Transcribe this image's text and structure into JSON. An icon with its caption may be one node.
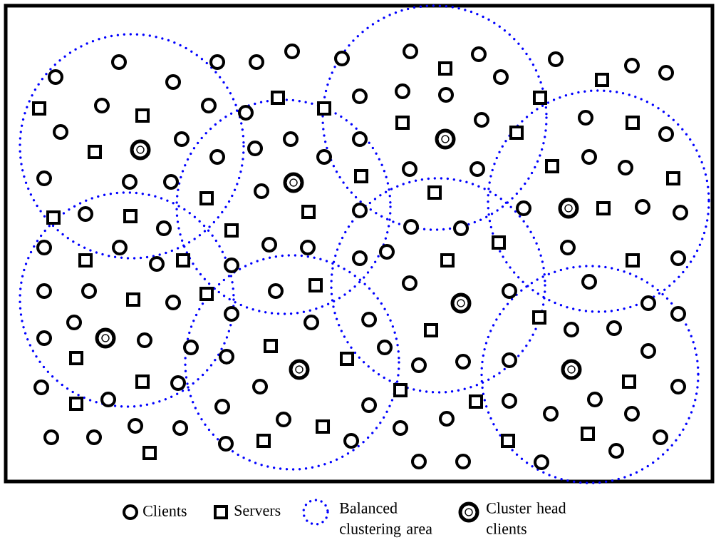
{
  "diagram": {
    "legend": [
      {
        "text": "Clients"
      },
      {
        "text": "Servers"
      },
      {
        "text": "Balanced clustering area"
      },
      {
        "text": "Cluster head clients"
      }
    ]
  }
}
